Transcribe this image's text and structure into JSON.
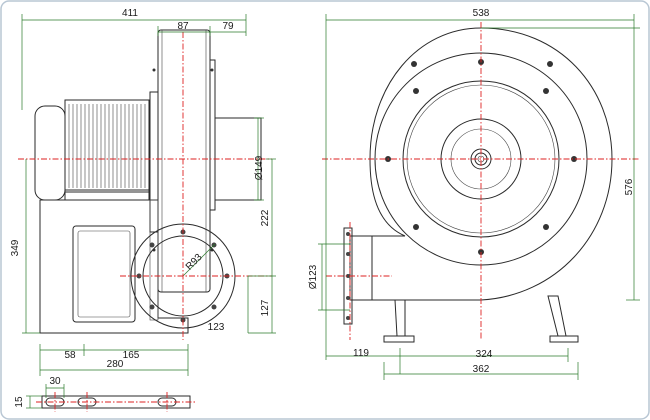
{
  "drawing": {
    "border_color": "#b9c7d4",
    "outline_color": "#2a2a2a",
    "dimension_line_color": "#2a7a2a",
    "centerline_color": "#dd2222",
    "side_view": {
      "overall_width": "411",
      "housing_width": "87",
      "outlet_offset": "79",
      "inlet_diameter": "Ø149",
      "center_height": "222",
      "outlet_height": "127",
      "overall_height": "349",
      "outlet_radius": "R93",
      "outlet_width": "123",
      "base_first": "58",
      "base_second": "165",
      "base_length": "280"
    },
    "front_view": {
      "overall_width": "538",
      "overall_height": "576",
      "outlet_diameter": "Ø123",
      "outlet_offset": "119",
      "base_span": "324",
      "base_length": "362"
    },
    "base_detail": {
      "slot_width": "30",
      "plate_thickness": "15"
    }
  }
}
